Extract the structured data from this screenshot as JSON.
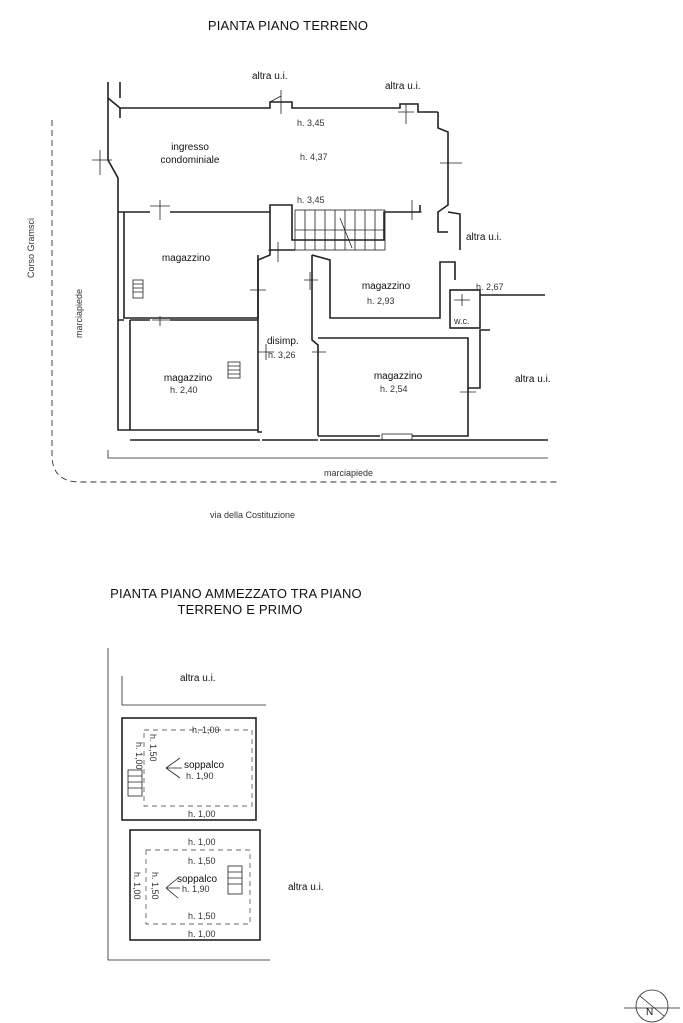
{
  "ground_floor": {
    "title": "PIANTA PIANO TERRENO",
    "labels": {
      "altra_top_left": "altra u.i.",
      "altra_top_right": "altra u.i.",
      "altra_right_mid": "altra u.i.",
      "altra_right_low": "altra u.i.",
      "ingresso_l1": "ingresso",
      "ingresso_l2": "condominiale",
      "h_345_top": "h. 3,45",
      "h_437": "h. 4,37",
      "h_345_mid": "h. 3,45",
      "magazzino_1": "magazzino",
      "magazzino_2": "magazzino",
      "h_293": "h. 2,93",
      "h_267": "h. 2,67",
      "wc": "w.c.",
      "disimp": "disimp.",
      "h_326": "h. 3,26",
      "magazzino_3": "magazzino",
      "h_240": "h. 2,40",
      "magazzino_4": "magazzino",
      "h_254": "h. 2,54",
      "corso": "Corso Gramsci",
      "marciapiede_left": "marciapiede",
      "marciapiede_bottom": "marciapiede",
      "via": "via della Costituzione"
    }
  },
  "mezzanine": {
    "title_l1": "PIANTA PIANO AMMEZZATO TRA PIANO",
    "title_l2": "TERRENO E PRIMO",
    "labels": {
      "altra_top": "altra u.i.",
      "altra_right": "altra u.i.",
      "a_h100_top": "h. 1,00",
      "a_h150_side": "h. 1,50",
      "a_h100_side": "h. 1,00",
      "a_soppalco": "soppalco",
      "a_h190": "h. 1,90",
      "a_h100_bottom": "h. 1,00",
      "b_h100_top": "h. 1,00",
      "b_h150_top": "h. 1,50",
      "b_h100_side": "h. 1,00",
      "b_h150_side": "h. 1,50",
      "b_soppalco": "soppalco",
      "b_h190": "h. 1,90",
      "b_h150_bottom": "h. 1,50",
      "b_h100_bottom": "h. 1,00"
    }
  },
  "north_arrow": {
    "letter": "N",
    "icon": "north-arrow-icon"
  }
}
